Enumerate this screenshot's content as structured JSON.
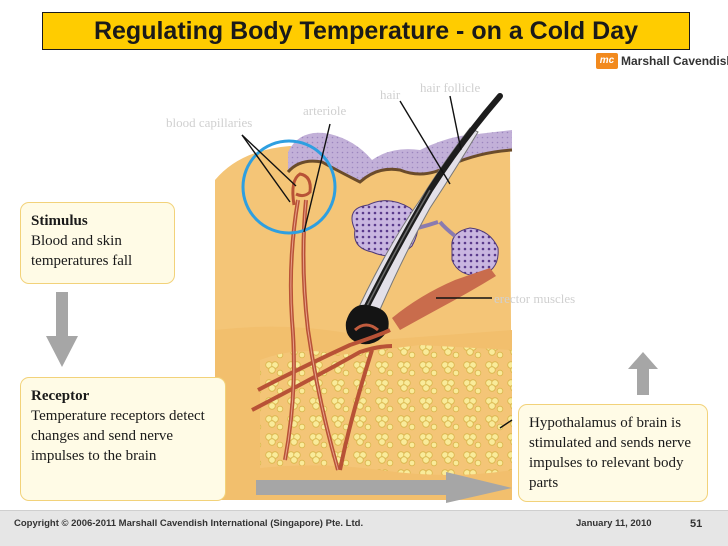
{
  "title": "Regulating Body Temperature - on a Cold Day",
  "brand": {
    "mark": "mc",
    "name": "Marshall Cavendish"
  },
  "labels": {
    "hair": "hair",
    "hair_follicle": "hair follicle",
    "arteriole": "arteriole",
    "blood_capillaries": "blood capillaries",
    "erector_muscles": "erector muscles"
  },
  "stimulus": {
    "heading": "Stimulus",
    "text": "Blood and skin temperatures fall"
  },
  "receptor": {
    "heading": "Receptor",
    "text": "Temperature receptors detect changes and send nerve impulses to the brain"
  },
  "hypothalamus": {
    "text": "Hypothalamus of brain is stimulated and sends nerve impulses to relevant body parts"
  },
  "footer": {
    "copyright": "Copyright © 2006-2011 Marshall Cavendish International (Singapore) Pte. Ltd.",
    "date": "January 11, 2010",
    "page": "51"
  },
  "colors": {
    "title_bg": "#ffcc00",
    "box_bg": "#fffbe6",
    "box_border": "#f2d27a",
    "highlight_circle": "#2e9fe0",
    "arrow": "#a6a6a6",
    "tissue": "#f4c577",
    "epidermis": "#b7a6cf",
    "blood_vessel": "#b85236",
    "label_grey": "#d0d0d0"
  }
}
